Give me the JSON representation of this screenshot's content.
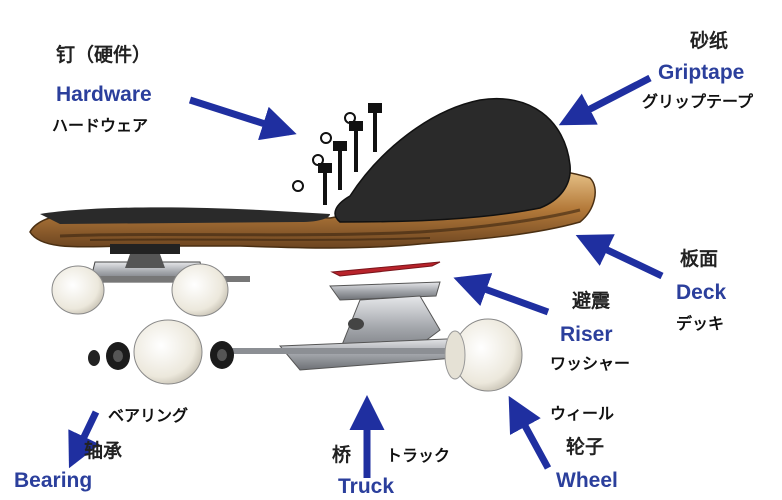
{
  "parts": {
    "hardware": {
      "zh": "钉（硬件）",
      "en": "Hardware",
      "ja": "ハードウェア"
    },
    "griptape": {
      "zh": "砂纸",
      "en": "Griptape",
      "ja": "グリップテープ"
    },
    "deck": {
      "zh": "板面",
      "en": "Deck",
      "ja": "デッキ"
    },
    "riser": {
      "zh": "避震",
      "en": "Riser",
      "ja": "ワッシャー"
    },
    "bearing": {
      "zh": "轴承",
      "en": "Bearing",
      "ja": "ベアリング"
    },
    "truck": {
      "zh": "桥",
      "en": "Truck",
      "ja": "トラック"
    },
    "wheel": {
      "zh": "轮子",
      "en": "Wheel",
      "ja": "ウィール"
    }
  },
  "colors": {
    "arrow": "#1f2fa0",
    "english_label": "#2b3f9c",
    "griptape": "#2a2a2a",
    "deck_wood": "#c99a5a",
    "riser": "#b8232b",
    "truck_metal": "#a9abb0",
    "wheel": "#f3f1ea"
  }
}
